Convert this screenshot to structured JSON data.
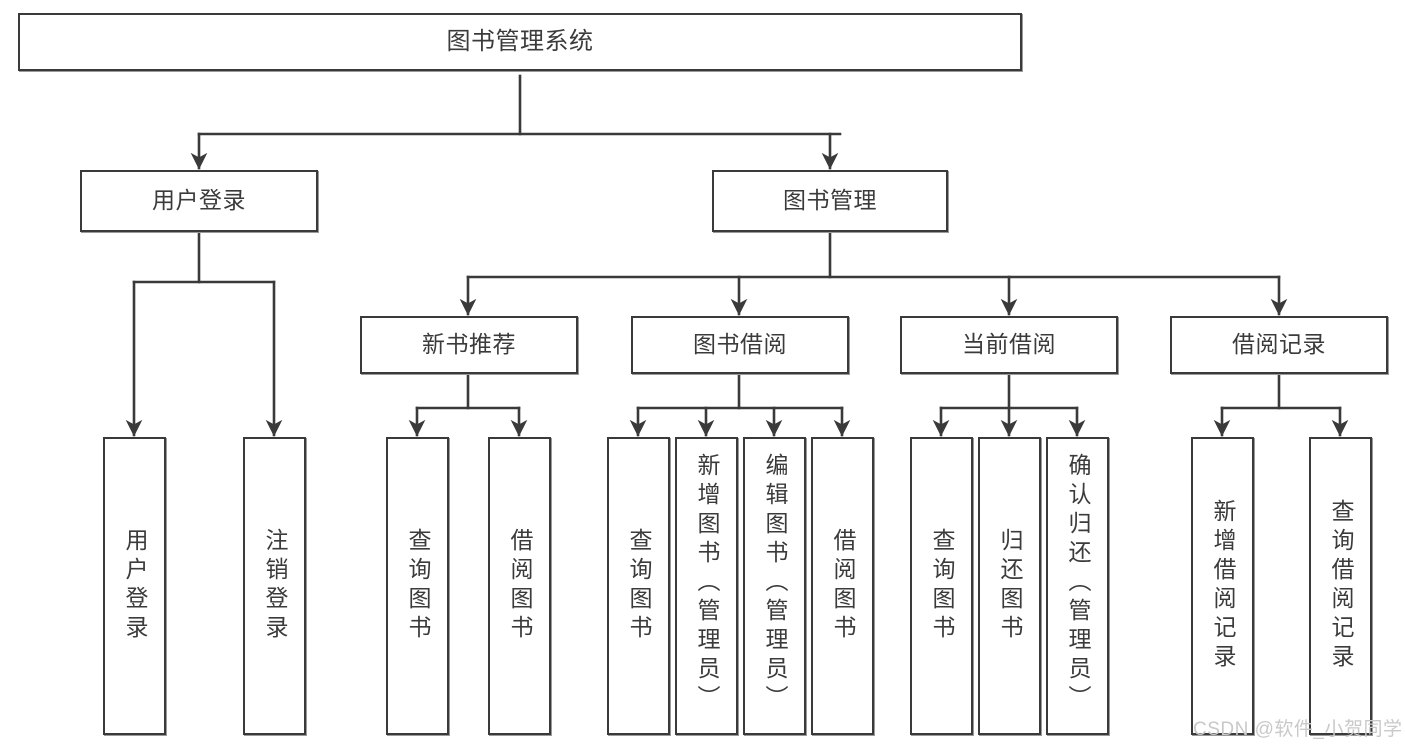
{
  "diagram": {
    "title": "图书管理系统",
    "type": "hierarchy-tree",
    "colors": {
      "box_border": "#3a3a3a",
      "box_fill": "#ffffff",
      "edge": "#3a3a3a",
      "text": "#3b3b3b",
      "watermark": "#c9c9c9",
      "background": "#ffffff"
    },
    "levels": {
      "level1": [
        "图书管理系统"
      ],
      "level2": [
        "用户登录",
        "图书管理"
      ],
      "level3": [
        "新书推荐",
        "图书借阅",
        "当前借阅",
        "借阅记录"
      ],
      "level4": [
        "用户登录",
        "注销登录",
        "查询图书",
        "借阅图书",
        "查询图书",
        "新增图书（管理员）",
        "编辑图书（管理员）",
        "借阅图书",
        "查询图书",
        "归还图书",
        "确认归还（管理员）",
        "新增借阅记录",
        "查询借阅记录"
      ]
    },
    "nodes": {
      "root": {
        "label": "图书管理系统"
      },
      "user_login": {
        "label": "用户登录"
      },
      "book_manage": {
        "label": "图书管理"
      },
      "new_book_rec": {
        "label": "新书推荐"
      },
      "book_borrow": {
        "label": "图书借阅"
      },
      "current_borrow": {
        "label": "当前借阅"
      },
      "borrow_record": {
        "label": "借阅记录"
      },
      "leaf_user_login": {
        "label": "用户登录"
      },
      "leaf_logout": {
        "label": "注销登录"
      },
      "leaf_query_book_1": {
        "label": "查询图书"
      },
      "leaf_borrow_book_1": {
        "label": "借阅图书"
      },
      "leaf_query_book_2": {
        "label": "查询图书"
      },
      "leaf_add_book_admin": {
        "label": "新增图书（管理员）"
      },
      "leaf_edit_book_admin": {
        "label": "编辑图书（管理员）"
      },
      "leaf_borrow_book_2": {
        "label": "借阅图书"
      },
      "leaf_query_book_3": {
        "label": "查询图书"
      },
      "leaf_return_book": {
        "label": "归还图书"
      },
      "leaf_confirm_return_admin": {
        "label": "确认归还（管理员）"
      },
      "leaf_add_record": {
        "label": "新增借阅记录"
      },
      "leaf_query_record": {
        "label": "查询借阅记录"
      }
    }
  },
  "watermark": {
    "text": "CSDN @软件_小贺同学"
  }
}
